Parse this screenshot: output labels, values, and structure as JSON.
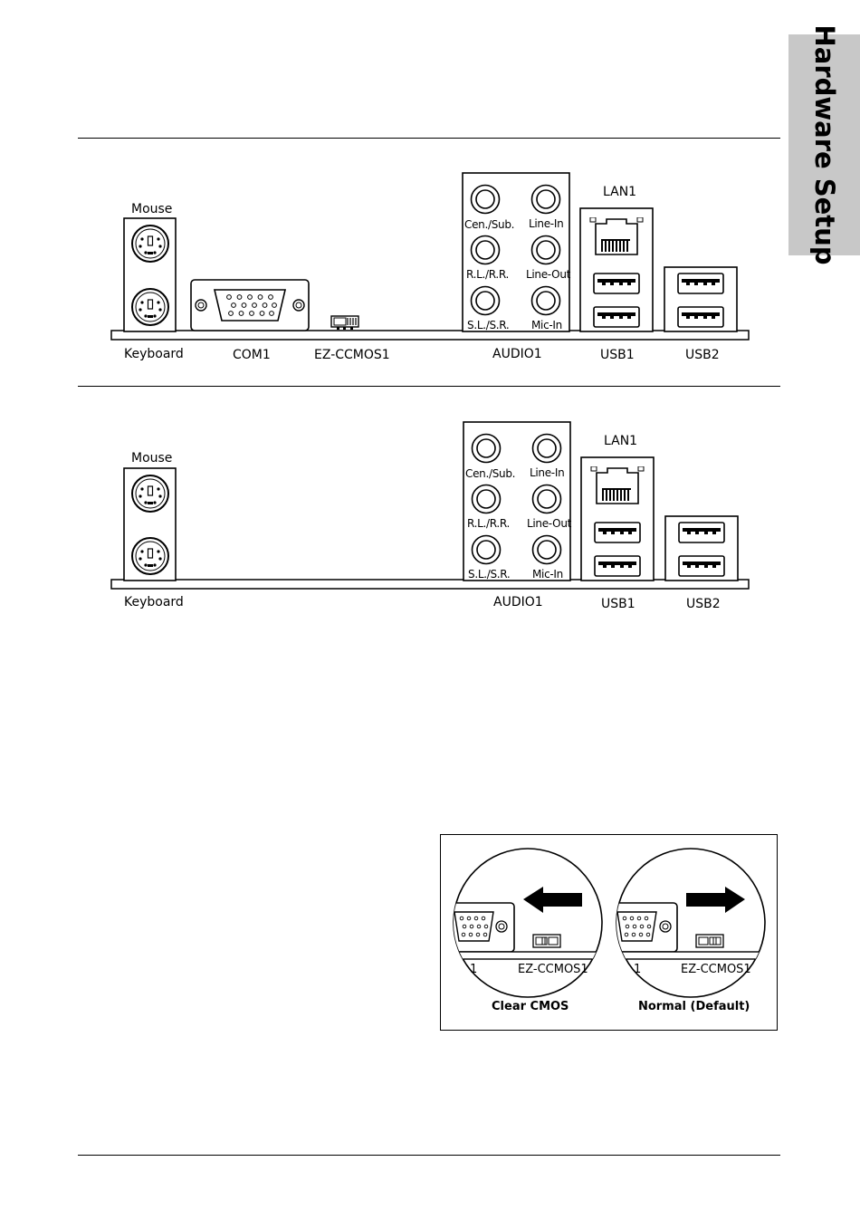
{
  "side_tab": {
    "title": "Hardware Setup"
  },
  "panel1": {
    "mouse": "Mouse",
    "keyboard": "Keyboard",
    "com": "COM1",
    "ezccmos": "EZ-CCMOS1",
    "lan": "LAN1",
    "audio": "AUDIO1",
    "usb1": "USB1",
    "usb2": "USB2",
    "jacks": [
      "Cen./Sub.",
      "Line-In",
      "R.L./R.R.",
      "Line-Out",
      "S.L./S.R.",
      "Mic-In"
    ]
  },
  "panel2": {
    "mouse": "Mouse",
    "keyboard": "Keyboard",
    "lan": "LAN1",
    "audio": "AUDIO1",
    "usb1": "USB1",
    "usb2": "USB2",
    "jacks": [
      "Cen./Sub.",
      "Line-In",
      "R.L./R.R.",
      "Line-Out",
      "S.L./S.R.",
      "Mic-In"
    ]
  },
  "cmos": {
    "left_label": "EZ-CCMOS1",
    "left_partial": "1",
    "left_caption": "Clear CMOS",
    "right_label": "EZ-CCMOS1",
    "right_partial": "1",
    "right_caption": "Normal (Default)"
  }
}
